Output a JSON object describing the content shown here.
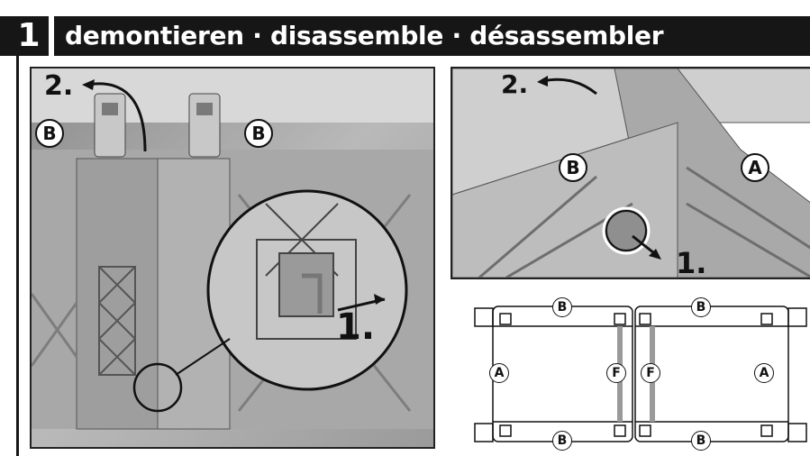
{
  "step": {
    "number": "1",
    "title": "demontieren · disassemble · désassembler"
  },
  "photo_left": {
    "labels": {
      "b_left": "B",
      "b_right": "B"
    },
    "step_arrow_2": "2.",
    "step_arrow_1": "1."
  },
  "photo_right": {
    "labels": {
      "b": "B",
      "a": "A"
    },
    "step_arrow_2": "2.",
    "step_arrow_1": "1."
  },
  "diagram": {
    "labels": {
      "b_top_left": "B",
      "b_top_right": "B",
      "b_bottom_left": "B",
      "b_bottom_right": "B",
      "a_left": "A",
      "a_right": "A",
      "f_left": "F",
      "f_right": "F"
    }
  },
  "colors": {
    "bar": "#161616",
    "text_on_bar": "#ffffff",
    "strut": "#9a9a9a"
  }
}
